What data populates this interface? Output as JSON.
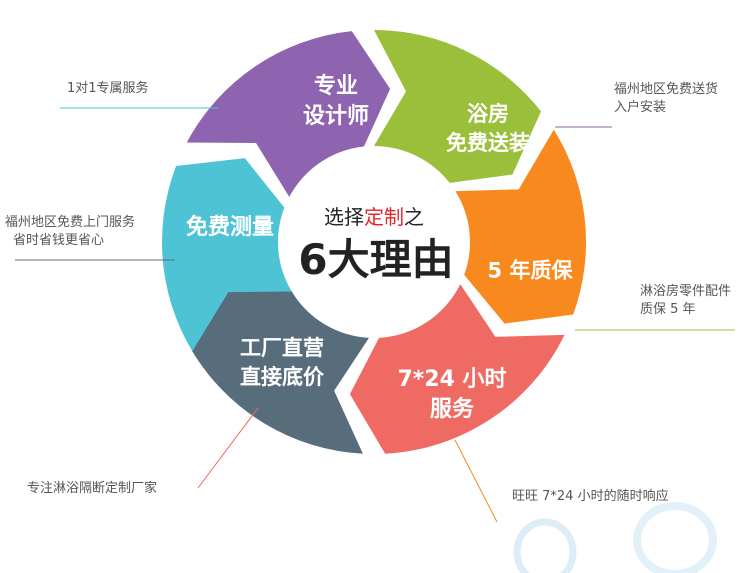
{
  "center": {
    "line1_pre": "选择",
    "line1_highlight": "定制",
    "line1_post": "之",
    "line2": "6大理由"
  },
  "segments": [
    {
      "id": "designer",
      "lines": [
        "专业",
        "设计师"
      ],
      "color": "#4fc3d6"
    },
    {
      "id": "install",
      "lines": [
        "浴房",
        "免费送装"
      ],
      "color": "#8e63b0"
    },
    {
      "id": "warranty",
      "lines": [
        "5 年质保"
      ],
      "color": "#9abf3a"
    },
    {
      "id": "service",
      "lines": [
        "7*24 小时",
        "服务"
      ],
      "color": "#f7891f"
    },
    {
      "id": "factory",
      "lines": [
        "工厂直营",
        "直接底价"
      ],
      "color": "#ee6a63"
    },
    {
      "id": "measure",
      "lines": [
        "免费测量"
      ],
      "color": "#586d7c"
    }
  ],
  "notes": [
    {
      "id": "designer",
      "lines": [
        "1对1专属服务"
      ]
    },
    {
      "id": "install",
      "lines": [
        "福州地区免费送货",
        "入户安装"
      ]
    },
    {
      "id": "measure",
      "lines": [
        "福州地区免费上门服务",
        "省时省钱更省心"
      ]
    },
    {
      "id": "warranty",
      "lines": [
        "淋浴房零件配件",
        "质保 5 年"
      ]
    },
    {
      "id": "factory",
      "lines": [
        "专注淋浴隔断定制厂家"
      ]
    },
    {
      "id": "service",
      "lines": [
        "旺旺 7*24 小时的随时响应"
      ]
    }
  ],
  "colors": {
    "highlight": "#e3262b",
    "center_text": "#222222",
    "note_text": "#555555"
  }
}
